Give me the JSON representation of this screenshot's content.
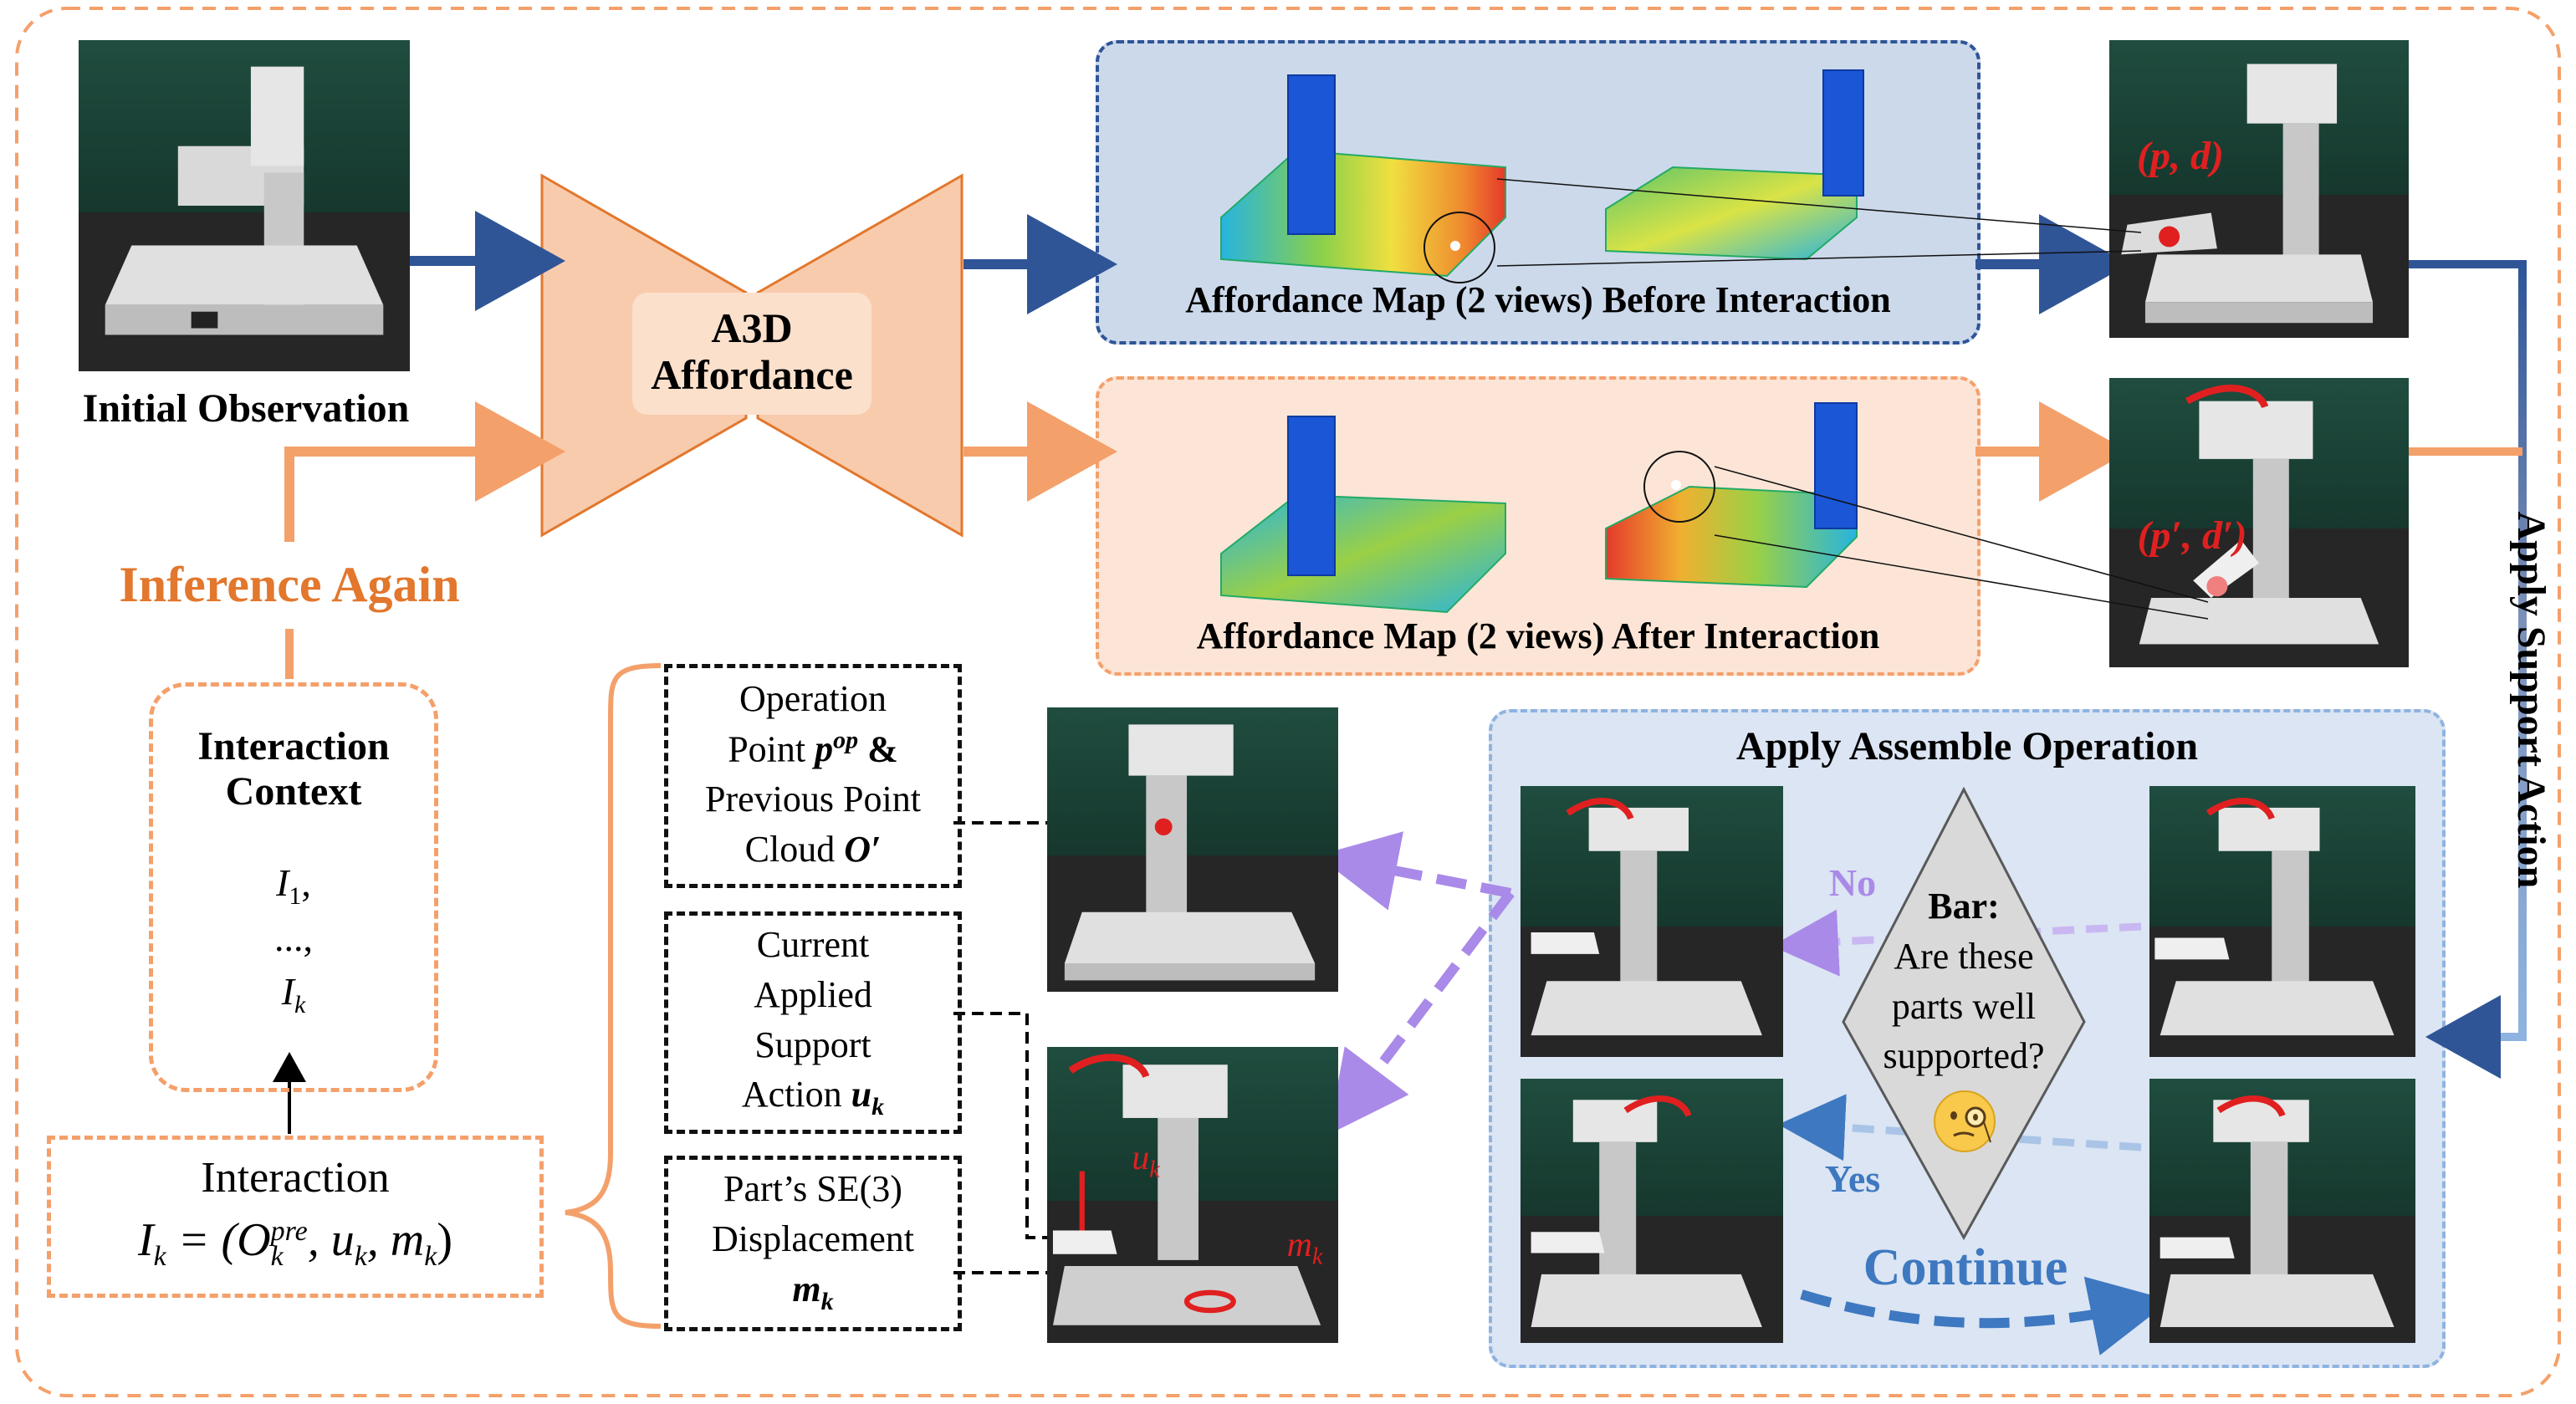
{
  "initial_observation": "Initial Observation",
  "model": {
    "line1": "A3D",
    "line2": "Affordance"
  },
  "before_panel_caption": "Affordance Map (2 views) Before Interaction",
  "after_panel_caption": "Affordance Map (2 views) After Interaction",
  "pd_label": "(p, d)",
  "pd_prime_label": "(p′, d′)",
  "apply_support_action": "Apply Support Action",
  "inference_again": "Inference Again",
  "interaction_context": {
    "title_line1": "Interaction",
    "title_line2": "Context",
    "item1": "I",
    "item1_sub": "1",
    "item1_suffix": ",",
    "ellipsis": "...,",
    "itemk": "I",
    "itemk_sub": "k"
  },
  "interaction": {
    "title": "Interaction",
    "formula_lhs": "I",
    "formula_lhs_sub": "k",
    "formula_eq": "= (O",
    "formula_pre": "pre",
    "formula_k": "k",
    "formula_rest1": ", u",
    "formula_rest2": ", m",
    "formula_close": ")"
  },
  "box_operation": {
    "line1": "Operation",
    "line2a": "Point ",
    "line2b": "p",
    "line2c": "op",
    "line2d": " &",
    "line3": "Previous Point",
    "line4a": "Cloud ",
    "line4b": "O′"
  },
  "box_support": {
    "line1": "Current",
    "line2": "Applied",
    "line3": "Support",
    "line4a": "Action ",
    "line4b": "u",
    "line4c": "k"
  },
  "box_displacement": {
    "line1": "Part’s SE(3)",
    "line2": "Displacement",
    "line3a": "m",
    "line3b": "k"
  },
  "uk_label": "u",
  "uk_sub": "k",
  "mk_label": "m",
  "mk_sub": "k",
  "assemble": {
    "title": "Apply Assemble Operation",
    "no": "No",
    "yes": "Yes",
    "continue": "Continue",
    "bar_title": "Bar:",
    "bar_q1": "Are these",
    "bar_q2": "parts well",
    "bar_q3": "supported?"
  },
  "colors": {
    "blue_arrow": "#2f5597",
    "orange_arrow": "#f4a06b",
    "orange_dash": "#f4a06b",
    "purple_arrow": "#a98ae8",
    "assemble_blue": "#3e78c0",
    "red_label": "#e02020",
    "inference_text": "#e2772d"
  }
}
